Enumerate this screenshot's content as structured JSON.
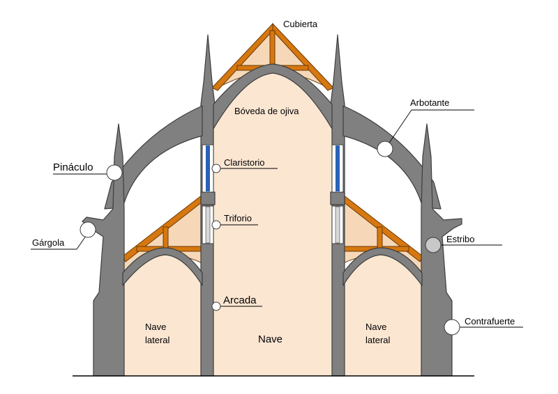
{
  "diagram": {
    "labels": {
      "cubierta": "Cubierta",
      "boveda": "Bóveda de ojiva",
      "arbotante": "Arbotante",
      "pinaculo": "Pináculo",
      "claristorio": "Claristorio",
      "triforio": "Triforio",
      "gargola": "Gárgola",
      "estribo": "Estribo",
      "arcada": "Arcada",
      "contrafuerte": "Contrafuerte",
      "nave": "Nave",
      "nave_lateral_left_1": "Nave",
      "nave_lateral_left_2": "lateral",
      "nave_lateral_right_1": "Nave",
      "nave_lateral_right_2": "lateral"
    },
    "colors": {
      "stone": "#808080",
      "stone_outline": "#3c3c3c",
      "interior": "#fbe6d2",
      "roof_fill": "#f6d8b8",
      "timber": "#d6770f",
      "timber_outline": "#6b3a06",
      "glass_blue": "#2a62b8",
      "glass_grey": "#d8d8d8",
      "marker_fill": "#c8c8c8",
      "leader": "#000000"
    }
  }
}
